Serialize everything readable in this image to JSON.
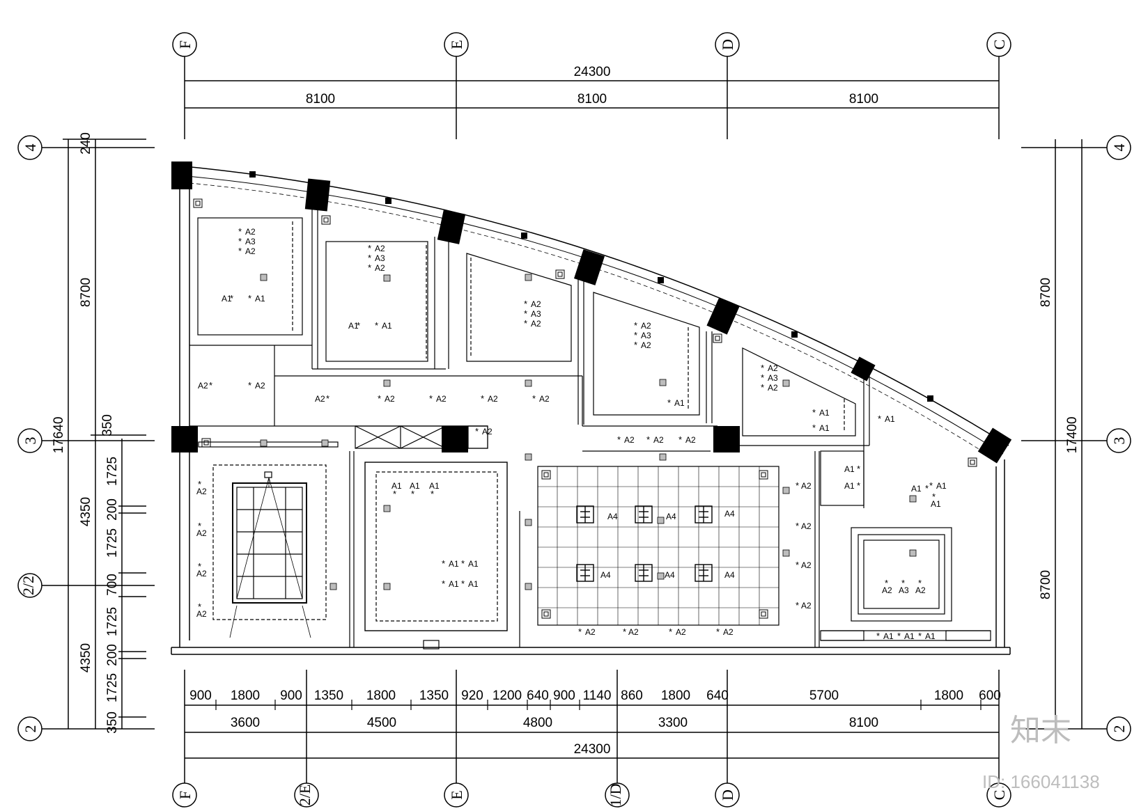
{
  "axes": {
    "top": [
      "F",
      "E",
      "D",
      "C"
    ],
    "bottom": [
      "F",
      "2/E",
      "E",
      "1/D",
      "D",
      "C"
    ],
    "left": [
      "4",
      "3",
      "2/2",
      "2"
    ],
    "right": [
      "4",
      "3",
      "2"
    ]
  },
  "dims": {
    "top_total": "24300",
    "top_bays": [
      "8100",
      "8100",
      "8100"
    ],
    "left_total": "17640",
    "left_main": [
      "8700",
      "4350",
      "4350"
    ],
    "left_detail": [
      "240",
      "350",
      "1725",
      "200",
      "1725",
      "700",
      "1725",
      "200",
      "1725",
      "350"
    ],
    "right_total": "17400",
    "right_bays": [
      "8700",
      "8700"
    ],
    "bottom_detail": [
      "900",
      "1800",
      "900",
      "1350",
      "1800",
      "1350",
      "920",
      "1200",
      "640",
      "900",
      "1140",
      "860",
      "1800",
      "640",
      "5700",
      "1800",
      "600"
    ],
    "bottom_mid": [
      "3600",
      "4500",
      "4800",
      "3300",
      "8100"
    ],
    "bottom_total": "24300"
  },
  "fixtures": {
    "a1": "A1",
    "a2": "A2",
    "a3": "A3",
    "a4": "A4"
  },
  "watermark": {
    "logo": "知末",
    "id": "ID: 166041138"
  }
}
